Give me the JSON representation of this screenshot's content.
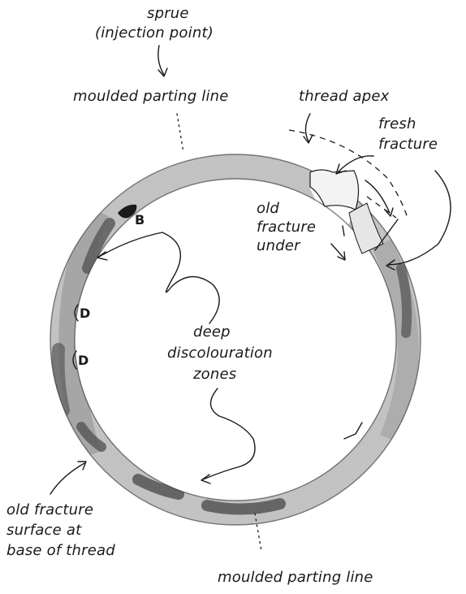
{
  "labels": {
    "sprue": "sprue",
    "injection_point": "(injection point)",
    "parting_line_top": "moulded parting line",
    "thread_apex": "thread apex",
    "fresh_fracture_1": "fresh",
    "fresh_fracture_2": "fracture",
    "old_fracture_under_1": "old",
    "old_fracture_under_2": "fracture",
    "old_fracture_under_3": "under",
    "deep_discolouration_1": "deep",
    "deep_discolouration_2": "discolouration",
    "deep_discolouration_3": "zones",
    "old_fracture_surface_1": "old fracture",
    "old_fracture_surface_2": "surface at",
    "old_fracture_surface_3": "base of thread",
    "parting_line_bottom": "moulded parting line"
  },
  "marks": {
    "b": "B",
    "d_upper": "D",
    "d_lower": "D"
  },
  "colors": {
    "ink": "#1a1a1a",
    "ring_base": "#bdbdbd",
    "ring_shade": "#8a8a8a",
    "discolouration": "#5a5a5a",
    "fracture_face": "#f3f3f3"
  }
}
